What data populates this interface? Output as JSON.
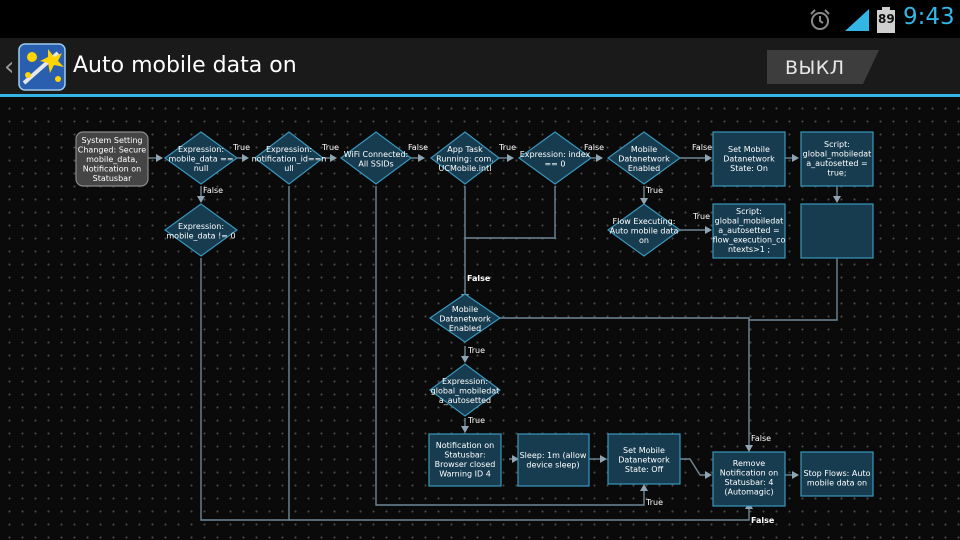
{
  "status_bar": {
    "alarm_icon": "alarm-clock-icon",
    "signal_icon": "signal-strength-icon",
    "battery_icon": "battery-icon",
    "battery_level": "89",
    "time": "9:43"
  },
  "action_bar": {
    "back_icon": "chevron-left-icon",
    "app_icon": "automagic-app-icon",
    "title": "Auto mobile data on",
    "toggle_label": "ВЫКЛ"
  },
  "flow": {
    "trigger": {
      "label": [
        "System Setting",
        "Changed: Secure",
        "mobile_data,",
        "Notification on",
        "Statusbar"
      ]
    },
    "cond_mobile_data_null": {
      "label": [
        "Expression:",
        "mobile_data ==",
        "null"
      ]
    },
    "cond_notification_id_null": {
      "label": [
        "Expression:",
        "notification_id==n",
        "ull"
      ]
    },
    "cond_wifi_connected": {
      "label": [
        "WiFi Connected:",
        "All SSIDs"
      ]
    },
    "cond_app_task_running": {
      "label": [
        "App Task",
        "Running: com.",
        "UCMobile.intl"
      ]
    },
    "cond_index_zero": {
      "label": [
        "Expression: index",
        "== 0"
      ]
    },
    "cond_mobile_datanetwork_top": {
      "label": [
        "Mobile",
        "Datanetwork",
        "Enabled"
      ]
    },
    "action_set_mobile_on": {
      "label": [
        "Set Mobile",
        "Datanetwork",
        "State: On"
      ]
    },
    "action_script_true": {
      "label": [
        "Script:",
        "global_mobiledat",
        "a_autosetted =",
        "true;"
      ]
    },
    "cond_mobile_data_not_zero": {
      "label": [
        "Expression:",
        "mobile_data != 0"
      ]
    },
    "cond_flow_executing": {
      "label": [
        "Flow Executing:",
        "Auto mobile data",
        "on"
      ]
    },
    "action_script_contexts": {
      "label": [
        "Script:",
        "global_mobiledat",
        "a_autosetted =",
        "flow_execution_co",
        "ntexts>1 ;"
      ]
    },
    "action_empty": {
      "label": []
    },
    "cond_mobile_datanetwork_mid": {
      "label": [
        "Mobile",
        "Datanetwork",
        "Enabled"
      ]
    },
    "cond_global_autosetted": {
      "label": [
        "Expression:",
        "global_mobiledat",
        "a_autosetted"
      ]
    },
    "action_notification": {
      "label": [
        "Notification on",
        "Statusbar:",
        "Browser closed",
        "Warning ID 4"
      ]
    },
    "action_sleep": {
      "label": [
        "Sleep: 1m (allow",
        "device sleep)"
      ]
    },
    "action_set_mobile_off": {
      "label": [
        "Set Mobile",
        "Datanetwork",
        "State: Off"
      ]
    },
    "action_remove_notification": {
      "label": [
        "Remove",
        "Notification on",
        "Statusbar: 4",
        "(Automagic)"
      ]
    },
    "action_stop_flows": {
      "label": [
        "Stop Flows: Auto",
        "mobile data on"
      ]
    },
    "edge_labels": {
      "true_1": "True",
      "true_2": "True",
      "false_1": "False",
      "true_3": "True",
      "true_4": "False",
      "false_down_1": "False",
      "true_down_1": "True",
      "true_flow": "True",
      "false_main": "False",
      "true_mid": "True",
      "true_global": "True",
      "false_remove": "False",
      "true_bottom": "True",
      "false_bottom": "False"
    }
  }
}
